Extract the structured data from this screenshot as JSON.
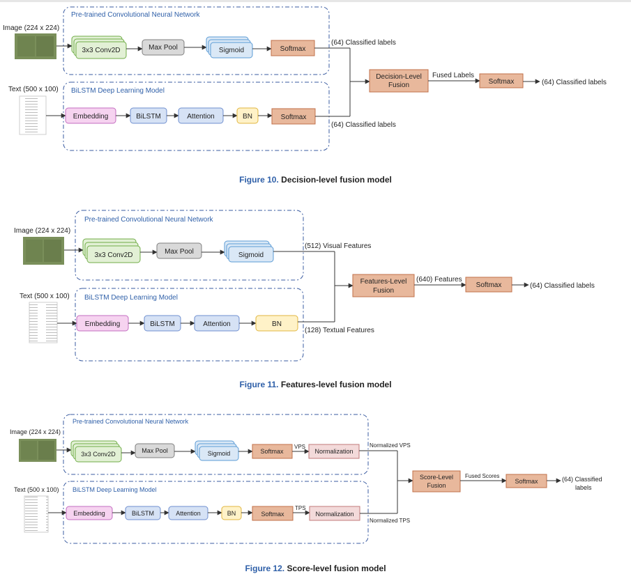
{
  "fig10": {
    "cnn_title": "Pre-trained Convolutional Neural Network",
    "bilstm_title": "BiLSTM Deep Learning Model",
    "image_label": "Image (224 x 224)",
    "text_label": "Text (500 x 100)",
    "conv": "3x3 Conv2D",
    "maxpool": "Max Pool",
    "sigmoid": "Sigmoid",
    "softmax_cnn": "Softmax",
    "embedding": "Embedding",
    "bilstm": "BiLSTM",
    "attention": "Attention",
    "bn": "BN",
    "softmax_txt": "Softmax",
    "out_top": "(64) Classified labels",
    "out_bottom": "(64) Classified labels",
    "fusion_line1": "Decision-Level",
    "fusion_line2": "Fusion",
    "fused_labels": "Fused Labels",
    "final_softmax": "Softmax",
    "final_out": "(64) Classified labels",
    "caption_num": "Figure 10.",
    "caption_text": "Decision-level fusion model"
  },
  "fig11": {
    "cnn_title": "Pre-trained Convolutional Neural Network",
    "bilstm_title": "BiLSTM Deep Learning Model",
    "image_label": "Image (224 x 224)",
    "text_label": "Text (500 x 100)",
    "conv": "3x3 Conv2D",
    "maxpool": "Max Pool",
    "sigmoid": "Sigmoid",
    "embedding": "Embedding",
    "bilstm": "BiLSTM",
    "attention": "Attention",
    "bn": "BN",
    "visual": "(512) Visual Features",
    "textual": "(128) Textual Features",
    "fusion_line1": "Features-Level",
    "fusion_line2": "Fusion",
    "features": "(640) Features",
    "final_softmax": "Softmax",
    "final_out": "(64) Classified labels",
    "caption_num": "Figure 11.",
    "caption_text": "Features-level fusion model"
  },
  "fig12": {
    "cnn_title": "Pre-trained Convolutional Neural Network",
    "bilstm_title": "BiLSTM Deep Learning Model",
    "image_label": "Image (224 x 224)",
    "text_label": "Text (500 x 100)",
    "conv": "3x3 Conv2D",
    "maxpool": "Max Pool",
    "sigmoid": "Sigmoid",
    "softmax_cnn": "Softmax",
    "vps": "VPS",
    "norm_cnn": "Normalization",
    "embedding": "Embedding",
    "bilstm": "BiLSTM",
    "attention": "Attention",
    "bn": "BN",
    "softmax_txt": "Softmax",
    "tps": "TPS",
    "norm_txt": "Normalization",
    "norm_vps": "Normalized VPS",
    "norm_tps": "Normalized TPS",
    "fusion_line1": "Score-Level",
    "fusion_line2": "Fusion",
    "fused_scores": "Fused Scores",
    "final_softmax": "Softmax",
    "final_out_line1": "(64) Classified",
    "final_out_line2": "labels",
    "caption_num": "Figure 12.",
    "caption_text": "Score-level fusion model"
  },
  "colors": {
    "green_fill": "#e2f0d5",
    "green_stroke": "#70ad47",
    "gray_fill": "#d9d9d9",
    "gray_stroke": "#7f7f7f",
    "blue_fill": "#dae8f6",
    "blue_stroke": "#5b9bd5",
    "orange_fill": "#e8b89c",
    "orange_stroke": "#c0704a",
    "pink_fill": "#f6d3f0",
    "pink_stroke": "#c36cc0",
    "lblue_fill": "#d6e2f5",
    "lblue_stroke": "#6f8fcf",
    "yellow_fill": "#fff2c8",
    "yellow_stroke": "#e0b640",
    "norm_fill": "#f3dada",
    "norm_stroke": "#c07a7a",
    "caption_blue": "#2e5fa8"
  }
}
